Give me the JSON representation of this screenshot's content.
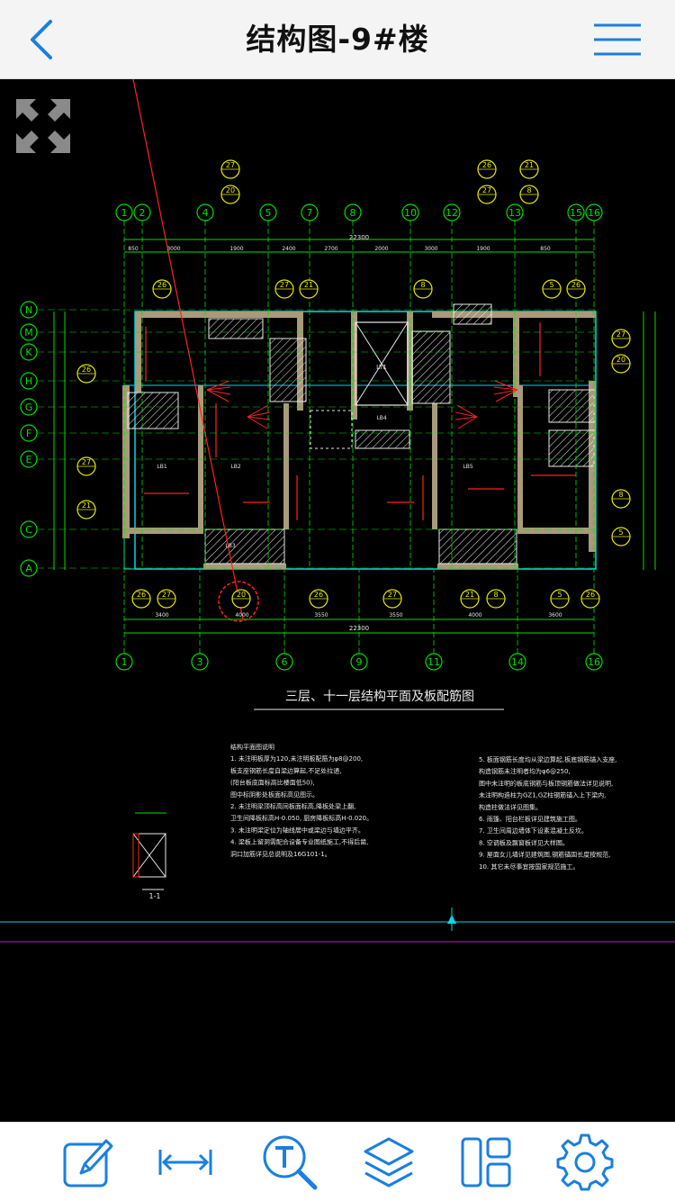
{
  "header": {
    "title": "结构图-9#楼"
  },
  "drawing": {
    "title": "三层、十一层结构平面及板配筋图",
    "section_label": "1-1",
    "total_dimension": "22300",
    "top_axes": [
      "1",
      "2",
      "4",
      "5",
      "7",
      "8",
      "10",
      "12",
      "13",
      "15",
      "16"
    ],
    "bottom_axes": [
      "1",
      "3",
      "6",
      "9",
      "11",
      "14",
      "16"
    ],
    "left_axes": [
      "N",
      "M",
      "K",
      "H",
      "G",
      "F",
      "E",
      "C",
      "A"
    ],
    "top_dims": [
      "850",
      "3000",
      "1900",
      "2400",
      "2700",
      "2000",
      "3000",
      "1900",
      "850"
    ],
    "bottom_dims": [
      "3400",
      "4000",
      "3550",
      "3550",
      "4000",
      "3600"
    ],
    "bubble_numbers": [
      "26",
      "27",
      "21",
      "8",
      "5",
      "26",
      "27",
      "20"
    ],
    "notes_left": [
      "结构平面图说明",
      "1. 未注明板厚为120,未注明板配筋为φ8@200,",
      "   板支座钢筋长度自梁边算起,不足处拉通,",
      "   (阳台板底面标高比楼面低50),",
      "   图中标阴影处板面标高见图示。",
      "2. 未注明梁顶标高同板面标高,降板处梁上翻,",
      "   卫生间降板标高H-0.050,  厨房降板标高H-0.020。",
      "3. 未注明梁定位为轴线居中或梁边与墙边平齐。",
      "4. 梁板上留洞需配合设备专业图纸施工,不得后凿,",
      "   洞口加筋详见总说明及16G101-1。"
    ],
    "notes_right": [
      "5. 板面钢筋长度均从梁边算起,板底钢筋锚入支座,",
      "   构造钢筋未注明者均为φ6@250,",
      "   图中未注明的板底钢筋与板顶钢筋做法详见说明,",
      "   未注明构造柱为GZ1,GZ柱钢筋锚入上下梁内,",
      "   构造柱做法详见图集。",
      "6. 雨篷、阳台栏板详见建筑施工图。",
      "7. 卫生间周边墙体下设素混凝土反坎。",
      "8. 空调板及飘窗板详见大样图。",
      "9. 屋面女儿墙详见建筑图,钢筋锚固长度按规范,",
      "10. 其它未尽事宜按国家规范施工。"
    ],
    "room_labels": [
      "LB1",
      "LB2",
      "LB3",
      "LB4",
      "LB5"
    ],
    "stair_label": "LT1"
  },
  "colors": {
    "green": "#00e000",
    "cyan": "#00d8e8",
    "yellow": "#e8e800",
    "white": "#e8e8e8",
    "red": "#ff2020",
    "magenta": "#e000e0",
    "wall": "#a89a7a",
    "ios_blue": "#1a7fe0"
  },
  "toolbar": {
    "items": [
      {
        "name": "annotate-tool",
        "icon": "pencil-note-icon"
      },
      {
        "name": "measure-tool",
        "icon": "dimension-arrow-icon"
      },
      {
        "name": "text-search-tool",
        "icon": "text-search-icon"
      },
      {
        "name": "layers-tool",
        "icon": "layers-icon"
      },
      {
        "name": "layout-tool",
        "icon": "layout-panels-icon"
      },
      {
        "name": "settings-tool",
        "icon": "gear-icon"
      }
    ]
  }
}
